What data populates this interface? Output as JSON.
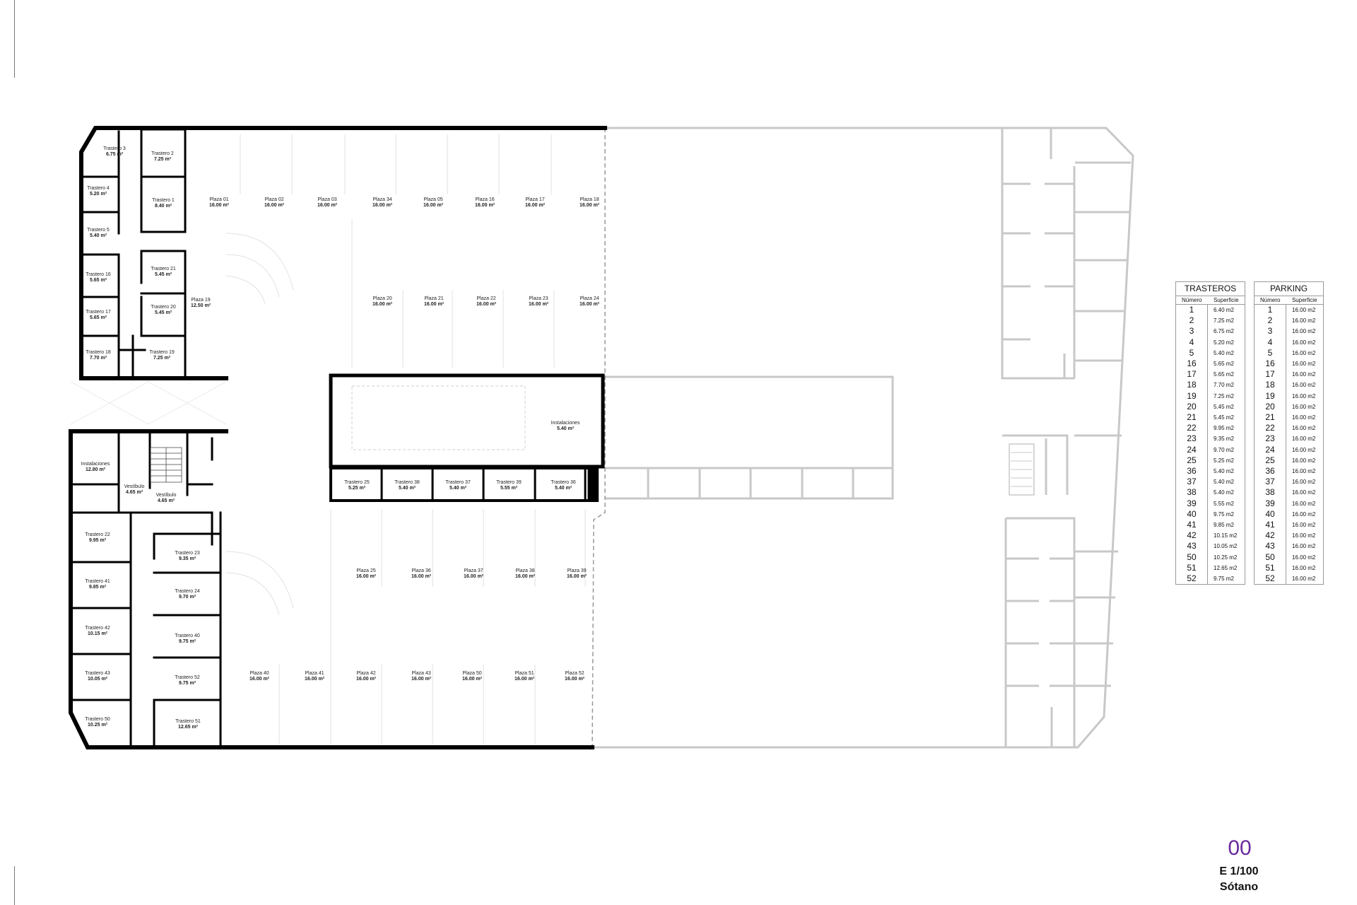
{
  "sheet": {
    "number": "00",
    "scale": "E 1/100",
    "level": "Sótano"
  },
  "colors": {
    "wall": "#000000",
    "ghost": "#c8c8c8",
    "sheet_number": "#6a2a9c"
  },
  "plan_labels": {
    "trastero_1": [
      "Trastero 1",
      "8.40 m²"
    ],
    "trastero_2": [
      "Trastero 2",
      "7.25 m²"
    ],
    "trastero_3": [
      "Trastero 3",
      "6.75 m²"
    ],
    "trastero_4": [
      "Trastero 4",
      "5.20 m²"
    ],
    "trastero_5": [
      "Trastero 5",
      "5.40 m²"
    ],
    "trastero_16": [
      "Trastero 16",
      "5.65 m²"
    ],
    "trastero_17": [
      "Trastero 17",
      "5.65 m²"
    ],
    "trastero_18": [
      "Trastero 18",
      "7.70 m²"
    ],
    "trastero_19": [
      "Trastero 19",
      "7.25 m²"
    ],
    "trastero_20": [
      "Trastero 20",
      "5.45 m²"
    ],
    "trastero_21": [
      "Trastero 21",
      "5.45 m²"
    ],
    "trastero_22": [
      "Trastero 22",
      "9.95 m²"
    ],
    "trastero_23": [
      "Trastero 23",
      "9.35 m²"
    ],
    "trastero_24": [
      "Trastero 24",
      "9.70 m²"
    ],
    "trastero_25": [
      "Trastero 25",
      "5.25 m²"
    ],
    "trastero_36": [
      "Trastero 36",
      "5.40 m²"
    ],
    "trastero_37": [
      "Trastero 37",
      "5.40 m²"
    ],
    "trastero_38": [
      "Trastero 38",
      "5.40 m²"
    ],
    "trastero_39": [
      "Trastero 39",
      "5.55 m²"
    ],
    "trastero_40": [
      "Trastero 40",
      "9.75 m²"
    ],
    "trastero_41": [
      "Trastero 41",
      "9.85 m²"
    ],
    "trastero_42": [
      "Trastero 42",
      "10.15 m²"
    ],
    "trastero_43": [
      "Trastero 43",
      "10.05 m²"
    ],
    "trastero_50": [
      "Trastero 50",
      "10.25 m²"
    ],
    "trastero_51": [
      "Trastero 51",
      "12.65 m²"
    ],
    "trastero_52": [
      "Trastero 52",
      "9.75 m²"
    ],
    "instalaciones_a": [
      "Instalaciones",
      "12.80 m²"
    ],
    "instalaciones_b": [
      "Instalaciones",
      "5.40 m²"
    ],
    "vestibulo_a": [
      "Vestíbulo",
      "4.65 m²"
    ],
    "vestibulo_b": [
      "Vestíbulo",
      "4.65 m²"
    ],
    "plaza_01": [
      "Plaza 01",
      "16.00 m²"
    ],
    "plaza_02": [
      "Plaza 02",
      "16.00 m²"
    ],
    "plaza_03": [
      "Plaza 03",
      "16.00 m²"
    ],
    "plaza_34": [
      "Plaza 34",
      "16.00 m²"
    ],
    "plaza_05": [
      "Plaza 05",
      "16.00 m²"
    ],
    "plaza_16": [
      "Plaza 16",
      "16.00 m²"
    ],
    "plaza_17": [
      "Plaza 17",
      "16.00 m²"
    ],
    "plaza_18": [
      "Plaza 18",
      "16.00 m²"
    ],
    "plaza_19": [
      "Plaza 19",
      "12.50 m²"
    ],
    "plaza_20": [
      "Plaza 20",
      "16.00 m²"
    ],
    "plaza_21": [
      "Plaza 21",
      "16.00 m²"
    ],
    "plaza_22": [
      "Plaza 22",
      "16.00 m²"
    ],
    "plaza_23": [
      "Plaza 23",
      "16.00 m²"
    ],
    "plaza_24": [
      "Plaza 24",
      "16.00 m²"
    ],
    "plaza_25": [
      "Plaza 25",
      "16.00 m²"
    ],
    "plaza_36": [
      "Plaza 36",
      "16.00 m²"
    ],
    "plaza_37": [
      "Plaza 37",
      "16.00 m²"
    ],
    "plaza_38": [
      "Plaza 38",
      "16.00 m²"
    ],
    "plaza_39": [
      "Plaza 39",
      "16.00 m²"
    ],
    "plaza_40": [
      "Plaza 40",
      "16.00 m²"
    ],
    "plaza_41": [
      "Plaza 41",
      "16.00 m²"
    ],
    "plaza_42": [
      "Plaza 42",
      "16.00 m²"
    ],
    "plaza_43": [
      "Plaza 43",
      "16.00 m²"
    ],
    "plaza_50": [
      "Plaza 50",
      "16.00 m²"
    ],
    "plaza_51": [
      "Plaza 51",
      "16.00 m²"
    ],
    "plaza_52": [
      "Plaza 52",
      "16.00 m²"
    ]
  },
  "trasteros_table": {
    "title": "TRASTEROS",
    "headers": [
      "Número",
      "Superficie"
    ],
    "rows": [
      [
        "1",
        "6.40 m2"
      ],
      [
        "2",
        "7.25 m2"
      ],
      [
        "3",
        "6.75 m2"
      ],
      [
        "4",
        "5.20 m2"
      ],
      [
        "5",
        "5.40 m2"
      ],
      [
        "16",
        "5.65 m2"
      ],
      [
        "17",
        "5.65 m2"
      ],
      [
        "18",
        "7.70 m2"
      ],
      [
        "19",
        "7.25 m2"
      ],
      [
        "20",
        "5.45 m2"
      ],
      [
        "21",
        "5.45 m2"
      ],
      [
        "22",
        "9.95 m2"
      ],
      [
        "23",
        "9.35 m2"
      ],
      [
        "24",
        "9.70 m2"
      ],
      [
        "25",
        "5.25 m2"
      ],
      [
        "36",
        "5.40 m2"
      ],
      [
        "37",
        "5.40 m2"
      ],
      [
        "38",
        "5.40 m2"
      ],
      [
        "39",
        "5.55 m2"
      ],
      [
        "40",
        "9.75 m2"
      ],
      [
        "41",
        "9.85 m2"
      ],
      [
        "42",
        "10.15 m2"
      ],
      [
        "43",
        "10.05 m2"
      ],
      [
        "50",
        "10.25 m2"
      ],
      [
        "51",
        "12.65 m2"
      ],
      [
        "52",
        "9.75 m2"
      ]
    ]
  },
  "parking_table": {
    "title": "PARKING",
    "headers": [
      "Número",
      "Superficie"
    ],
    "rows": [
      [
        "1",
        "16.00 m2"
      ],
      [
        "2",
        "16.00 m2"
      ],
      [
        "3",
        "16.00 m2"
      ],
      [
        "4",
        "16.00 m2"
      ],
      [
        "5",
        "16.00 m2"
      ],
      [
        "16",
        "16.00 m2"
      ],
      [
        "17",
        "16.00 m2"
      ],
      [
        "18",
        "16.00 m2"
      ],
      [
        "19",
        "16.00 m2"
      ],
      [
        "20",
        "16.00 m2"
      ],
      [
        "21",
        "16.00 m2"
      ],
      [
        "22",
        "16.00 m2"
      ],
      [
        "23",
        "16.00 m2"
      ],
      [
        "24",
        "16.00 m2"
      ],
      [
        "25",
        "16.00 m2"
      ],
      [
        "36",
        "16.00 m2"
      ],
      [
        "37",
        "16.00 m2"
      ],
      [
        "38",
        "16.00 m2"
      ],
      [
        "39",
        "16.00 m2"
      ],
      [
        "40",
        "16.00 m2"
      ],
      [
        "41",
        "16.00 m2"
      ],
      [
        "42",
        "16.00 m2"
      ],
      [
        "43",
        "16.00 m2"
      ],
      [
        "50",
        "16.00 m2"
      ],
      [
        "51",
        "16.00 m2"
      ],
      [
        "52",
        "16.00 m2"
      ]
    ]
  }
}
